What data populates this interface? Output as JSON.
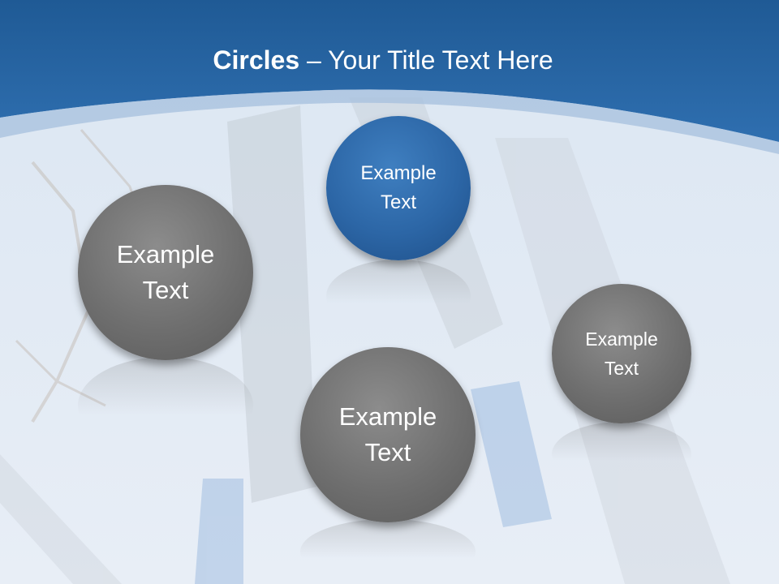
{
  "title": {
    "bold": "Circles",
    "rest": " – Your Title Text Here"
  },
  "circles": [
    {
      "label": "Example Text",
      "line1": "Example",
      "line2": "Text"
    },
    {
      "label": "Example Text",
      "line1": "Example",
      "line2": "Text"
    },
    {
      "label": "Example Text",
      "line1": "Example",
      "line2": "Text"
    },
    {
      "label": "Example Text",
      "line1": "Example",
      "line2": "Text"
    }
  ],
  "colors": {
    "header_blue": "#2c66a6",
    "circle_gray": "#6f6f6f",
    "circle_blue": "#2c66a6"
  }
}
